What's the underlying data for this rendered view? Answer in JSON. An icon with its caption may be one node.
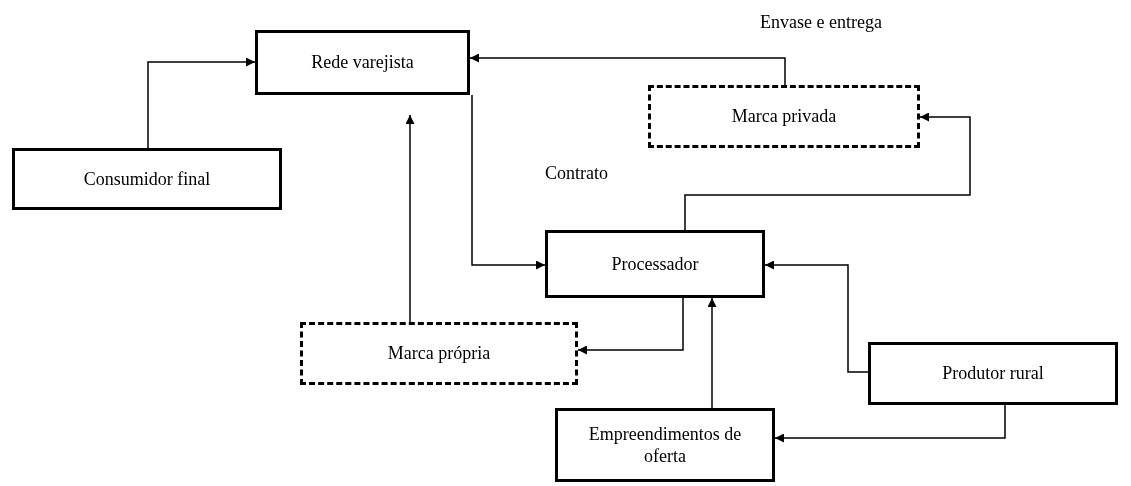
{
  "diagram": {
    "nodes": [
      {
        "text": [
          "Rede varejista"
        ]
      },
      {
        "text": [
          "Consumidor final"
        ]
      },
      {
        "text": [
          "Marca privada"
        ]
      },
      {
        "text": [
          "Processador"
        ]
      },
      {
        "text": [
          "Marca própria"
        ]
      },
      {
        "text": [
          "Produtor rural"
        ]
      },
      {
        "text": [
          "Empreendimentos de oferta"
        ]
      }
    ],
    "edges": [
      {
        "from": 1,
        "to": 0,
        "arrow": "to"
      },
      {
        "from": 2,
        "to": 0,
        "arrow": "to"
      },
      {
        "from": 3,
        "to": 2,
        "arrow": "to"
      },
      {
        "from": 0,
        "to": 3,
        "arrow": "to"
      },
      {
        "from": 4,
        "to": 0,
        "arrow": "to"
      },
      {
        "from": 3,
        "to": 4,
        "arrow": "to"
      },
      {
        "from": 6,
        "to": 3,
        "arrow": "to"
      },
      {
        "from": 5,
        "to": 3,
        "arrow": "to"
      },
      {
        "from": 5,
        "to": 6,
        "arrow": "to"
      }
    ],
    "labels": [
      "Envase e entrega",
      "Contrato"
    ]
  }
}
